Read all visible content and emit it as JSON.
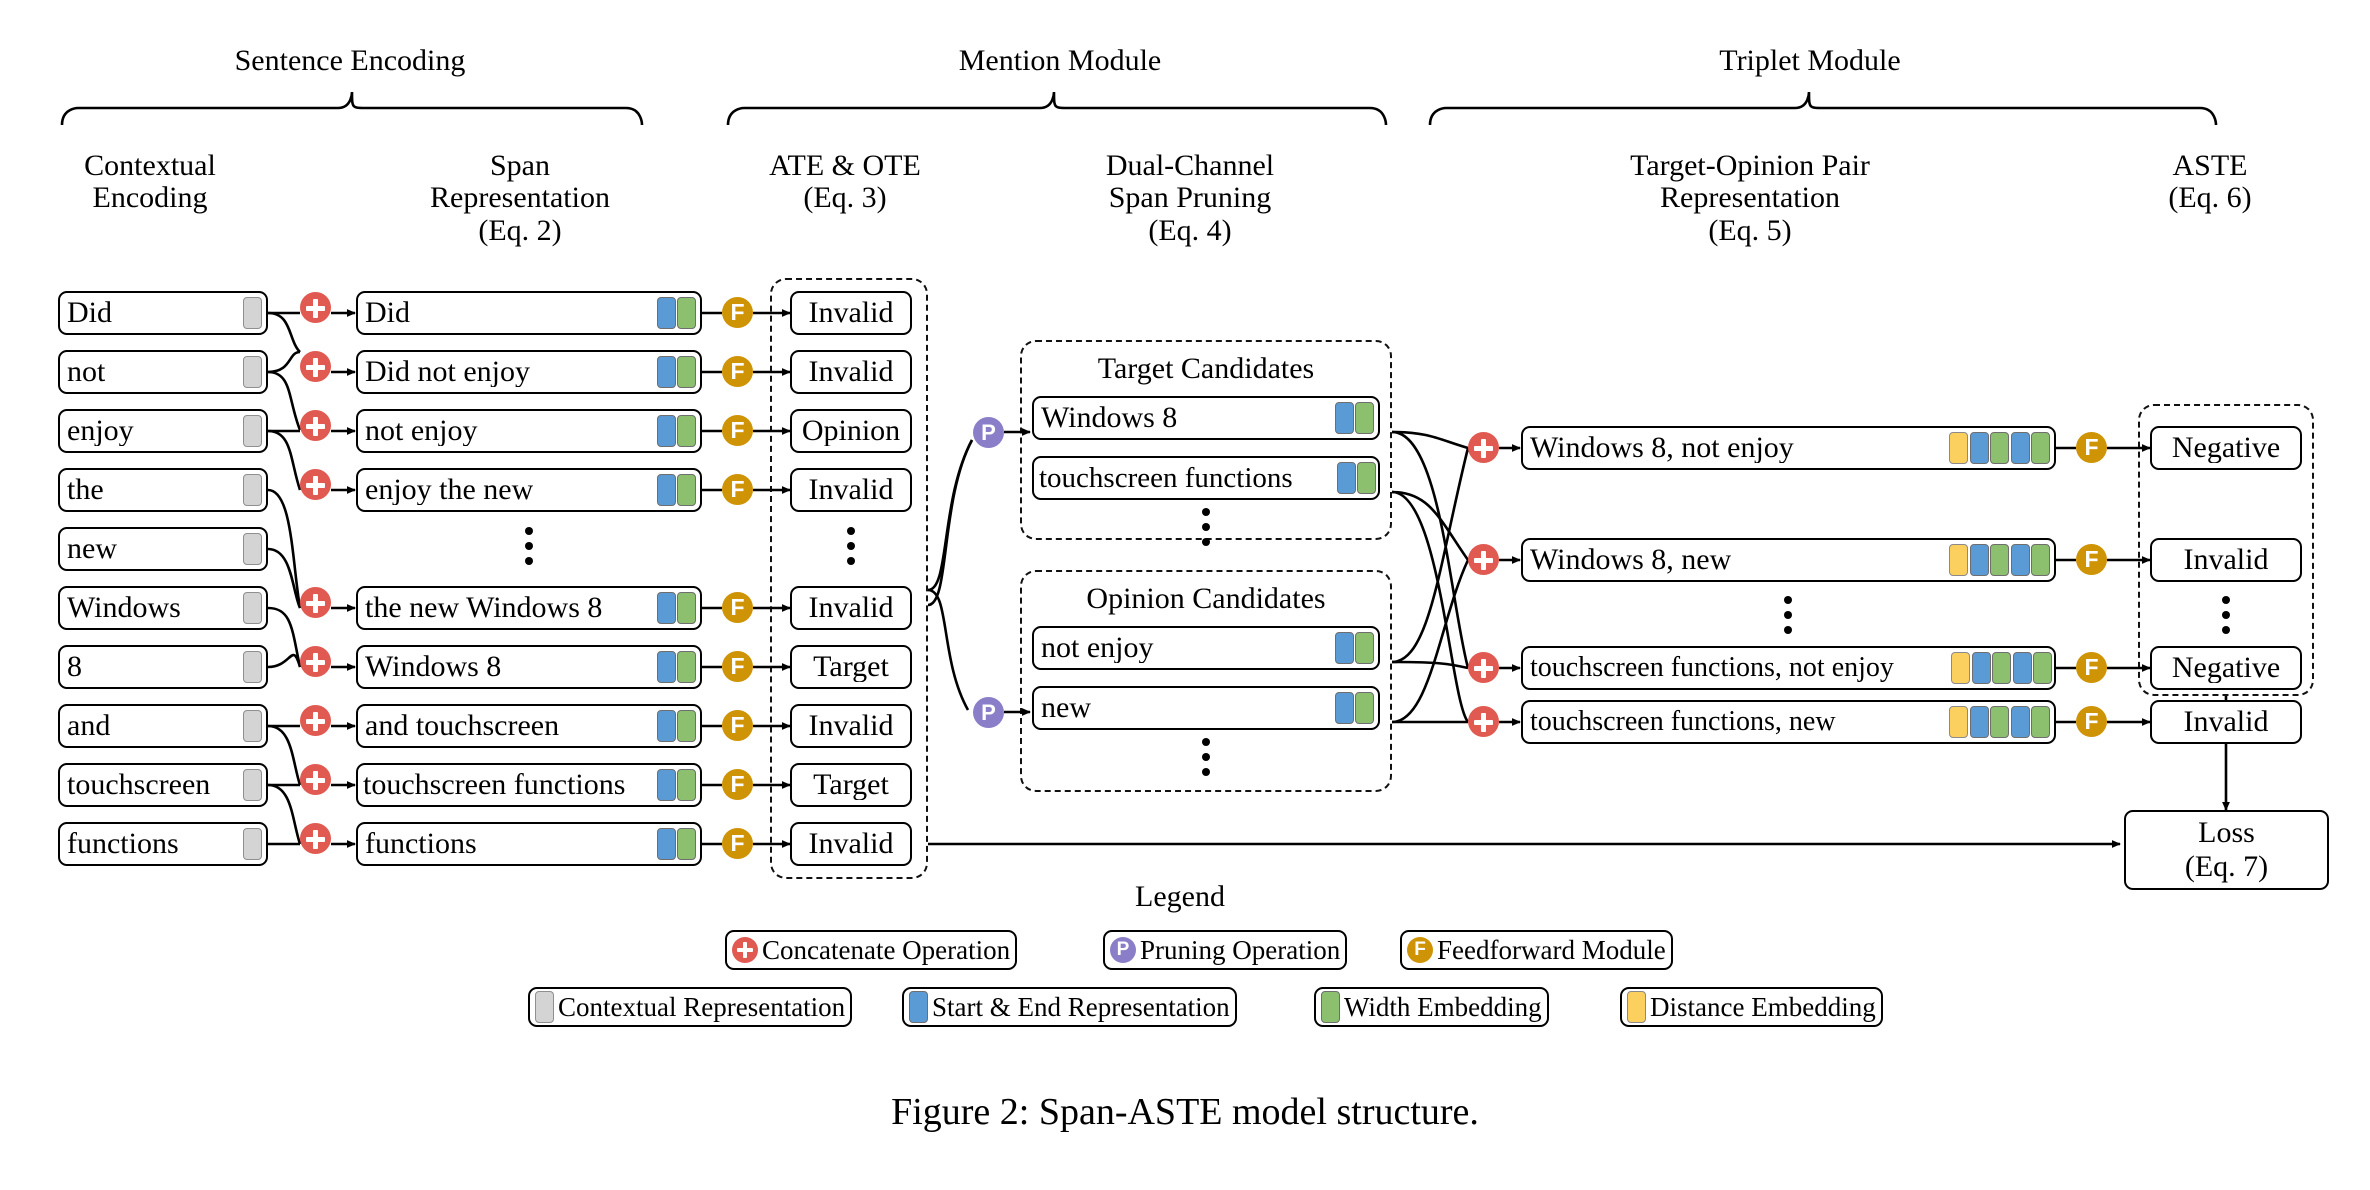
{
  "figure": {
    "caption": "Figure 2: Span-ASTE model structure."
  },
  "groups": [
    {
      "id": "sentence-encoding",
      "label": "Sentence Encoding"
    },
    {
      "id": "mention-module",
      "label": "Mention Module"
    },
    {
      "id": "triplet-module",
      "label": "Triplet Module"
    }
  ],
  "columns": [
    {
      "id": "contextual-encoding",
      "line1": "Contextual",
      "line2": "Encoding",
      "line3": ""
    },
    {
      "id": "span-representation",
      "line1": "Span",
      "line2": "Representation",
      "line3": "(Eq. 2)"
    },
    {
      "id": "ate-ote",
      "line1": "ATE & OTE",
      "line2": "(Eq. 3)",
      "line3": ""
    },
    {
      "id": "dual-channel-span-pruning",
      "line1": "Dual-Channel",
      "line2": "Span Pruning",
      "line3": "(Eq. 4)"
    },
    {
      "id": "target-opinion-pair-representation",
      "line1": "Target-Opinion Pair",
      "line2": "Representation",
      "line3": "(Eq. 5)"
    },
    {
      "id": "aste",
      "line1": "ASTE",
      "line2": "(Eq. 6)",
      "line3": ""
    }
  ],
  "tokens": [
    {
      "text": "Did"
    },
    {
      "text": "not"
    },
    {
      "text": "enjoy"
    },
    {
      "text": "the"
    },
    {
      "text": "new"
    },
    {
      "text": "Windows"
    },
    {
      "text": "8"
    },
    {
      "text": "and"
    },
    {
      "text": "touchscreen"
    },
    {
      "text": "functions"
    }
  ],
  "spans": [
    {
      "text": "Did",
      "label": "Invalid"
    },
    {
      "text": "Did not enjoy",
      "label": "Invalid"
    },
    {
      "text": "not enjoy",
      "label": "Opinion"
    },
    {
      "text": "enjoy the new",
      "label": "Invalid"
    },
    {
      "text": "the new Windows 8",
      "label": "Invalid"
    },
    {
      "text": "Windows 8",
      "label": "Target"
    },
    {
      "text": "and touchscreen",
      "label": "Invalid"
    },
    {
      "text": "touchscreen functions",
      "label": "Target"
    },
    {
      "text": "functions",
      "label": "Invalid"
    }
  ],
  "candidates": {
    "target": {
      "title": "Target Candidates",
      "items": [
        {
          "text": "Windows 8"
        },
        {
          "text": "touchscreen functions"
        }
      ]
    },
    "opinion": {
      "title": "Opinion Candidates",
      "items": [
        {
          "text": "not enjoy"
        },
        {
          "text": "new"
        }
      ]
    }
  },
  "pairs": [
    {
      "text": "Windows 8, not enjoy",
      "label": "Negative"
    },
    {
      "text": "Windows 8, new",
      "label": "Invalid"
    },
    {
      "text": "touchscreen functions, not enjoy",
      "label": "Negative"
    },
    {
      "text": "touchscreen functions, new",
      "label": "Invalid"
    }
  ],
  "loss": {
    "line1": "Loss",
    "line2": "(Eq. 7)"
  },
  "legend": {
    "title": "Legend",
    "operations": [
      {
        "id": "concatenate",
        "glyph": "+",
        "label": "Concatenate Operation",
        "color": "#e05a52"
      },
      {
        "id": "pruning",
        "glyph": "P",
        "label": "Pruning Operation",
        "color": "#8a7ec8"
      },
      {
        "id": "feedforward",
        "glyph": "F",
        "label": "Feedforward Module",
        "color": "#cf9306"
      }
    ],
    "embeddings": [
      {
        "id": "contextual",
        "label": "Contextual Representation",
        "color": "#d4d4d4"
      },
      {
        "id": "start-end",
        "label": "Start & End Representation",
        "color": "#5b9bd5"
      },
      {
        "id": "width",
        "label": "Width Embedding",
        "color": "#8cc06e"
      },
      {
        "id": "distance",
        "label": "Distance Embedding",
        "color": "#fbd05f"
      }
    ]
  },
  "colors": {
    "concatenate": "#e05a52",
    "pruning": "#8a7ec8",
    "feedforward": "#cf9306",
    "contextual": "#d4d4d4",
    "start_end": "#5b9bd5",
    "width": "#8cc06e",
    "distance": "#fbd05f"
  }
}
